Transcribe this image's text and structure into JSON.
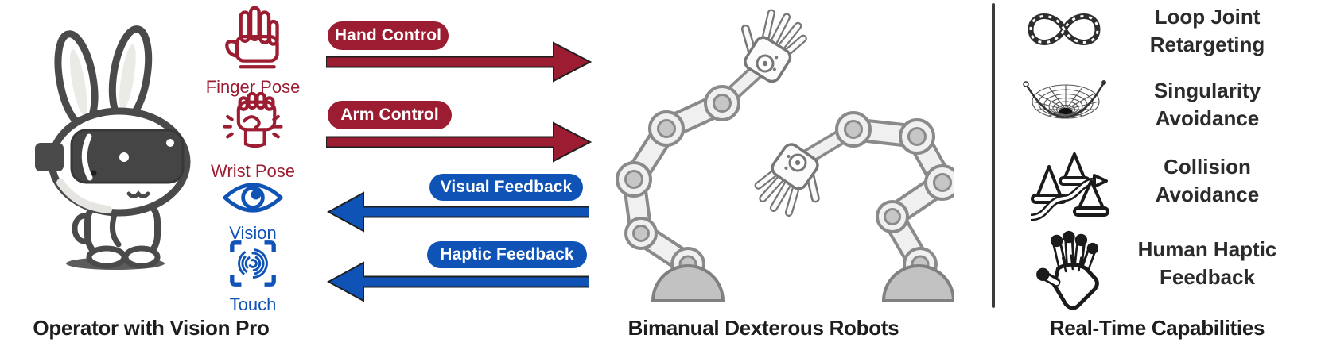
{
  "operator": {
    "caption": "Operator with Vision Pro",
    "senses": [
      {
        "label": "Finger Pose",
        "icon": "open-hand-icon",
        "color": "#9c1c31"
      },
      {
        "label": "Wrist Pose",
        "icon": "fist-icon",
        "color": "#9c1c31"
      },
      {
        "label": "Vision",
        "icon": "eye-icon",
        "color": "#0f53b7"
      },
      {
        "label": "Touch",
        "icon": "fingerprint-icon",
        "color": "#0f53b7"
      }
    ]
  },
  "control_arrows": [
    {
      "label": "Hand Control",
      "direction": "right",
      "color": "#9c1c31"
    },
    {
      "label": "Arm Control",
      "direction": "right",
      "color": "#9c1c31"
    }
  ],
  "feedback_arrows": [
    {
      "label": "Visual Feedback",
      "direction": "left",
      "color": "#0f53b7"
    },
    {
      "label": "Haptic Feedback",
      "direction": "left",
      "color": "#0f53b7"
    }
  ],
  "robots": {
    "caption": "Bimanual Dexterous Robots"
  },
  "capabilities": {
    "caption": "Real-Time Capabilities",
    "items": [
      {
        "line1": "Loop Joint",
        "line2": "Retargeting",
        "icon": "chain-infinity-icon"
      },
      {
        "line1": "Singularity",
        "line2": "Avoidance",
        "icon": "singularity-funnel-icon"
      },
      {
        "line1": "Collision",
        "line2": "Avoidance",
        "icon": "traffic-cones-icon"
      },
      {
        "line1": "Human Haptic",
        "line2": "Feedback",
        "icon": "haptic-hand-icon"
      }
    ]
  },
  "colors": {
    "control_red": "#9c1c31",
    "feedback_blue": "#0f53b7",
    "ink": "#1f1f1f"
  }
}
